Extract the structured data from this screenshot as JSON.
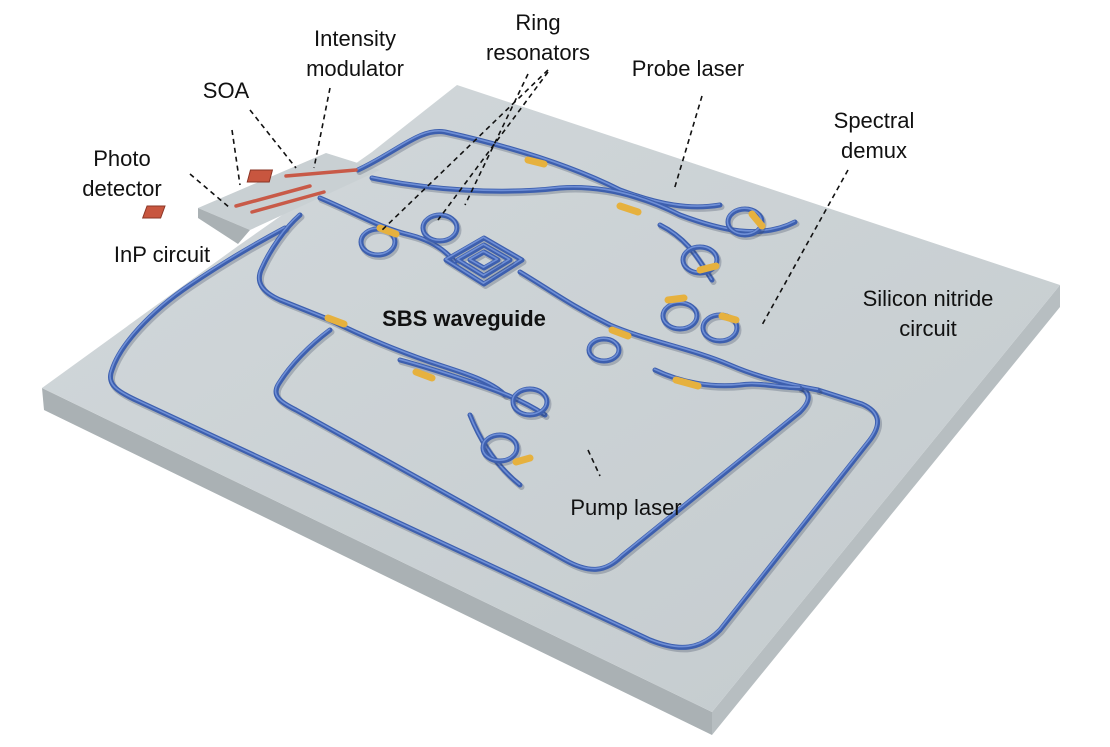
{
  "labels": {
    "intensity_modulator": [
      "Intensity",
      "modulator"
    ],
    "ring_resonators": [
      "Ring",
      "resonators"
    ],
    "probe_laser": "Probe laser",
    "soa": "SOA",
    "spectral_demux": [
      "Spectral",
      "demux"
    ],
    "photo_detector": [
      "Photo",
      "detector"
    ],
    "inp_circuit": "InP circuit",
    "sbs_waveguide": "SBS waveguide",
    "silicon_nitride_circuit": [
      "Silicon nitride",
      "circuit"
    ],
    "pump_laser": "Pump laser"
  },
  "colors": {
    "chip_top": "#c9d0d3",
    "chip_side_left": "#aab1b4",
    "chip_side_front": "#b7bec1",
    "waveguide": "#3d5fae",
    "waveguide_highlight": "#6f8fd6",
    "heater": "#e6b13e",
    "inp_component": "#c8563f",
    "inp_waveguide": "#c85a48"
  }
}
